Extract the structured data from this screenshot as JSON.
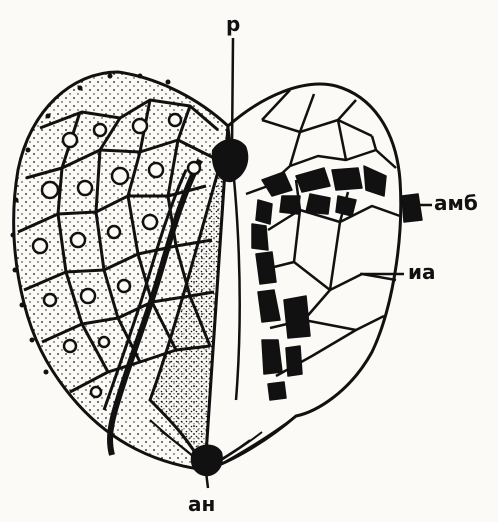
{
  "labels": {
    "top": "р",
    "ambulacrum": "амб",
    "interambulacrum": "иа",
    "bottom": "ан"
  },
  "colors": {
    "ink": "#111111",
    "paper": "#fbfaf6"
  }
}
